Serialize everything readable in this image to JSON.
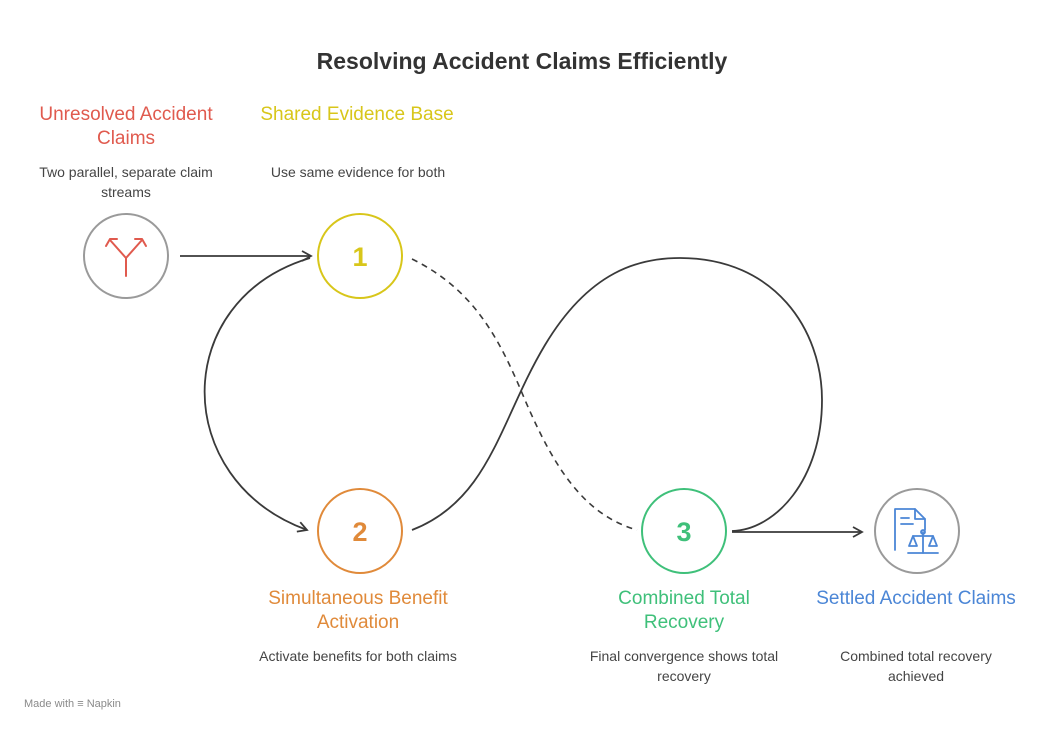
{
  "title": "Resolving Accident Claims Efficiently",
  "colors": {
    "red": "#e05a4e",
    "yellow": "#d8c61a",
    "orange": "#e08a3a",
    "green": "#3fc07a",
    "blue": "#4b86d6",
    "gray": "#9a9a9a",
    "connector": "#3a3a3a"
  },
  "steps": {
    "start": {
      "label": "Unresolved Accident Claims",
      "description": "Two parallel, separate claim streams",
      "icon": "split-arrows-icon"
    },
    "one": {
      "number": "1",
      "label": "Shared Evidence Base",
      "description": "Use same evidence for both"
    },
    "two": {
      "number": "2",
      "label": "Simultaneous Benefit Activation",
      "description": "Activate benefits for both claims"
    },
    "three": {
      "number": "3",
      "label": "Combined Total Recovery",
      "description": "Final convergence shows total recovery"
    },
    "end": {
      "label": "Settled Accident Claims",
      "description": "Combined total recovery achieved",
      "icon": "document-scales-icon"
    }
  },
  "footer": {
    "prefix": "Made with",
    "brand": "Napkin"
  }
}
